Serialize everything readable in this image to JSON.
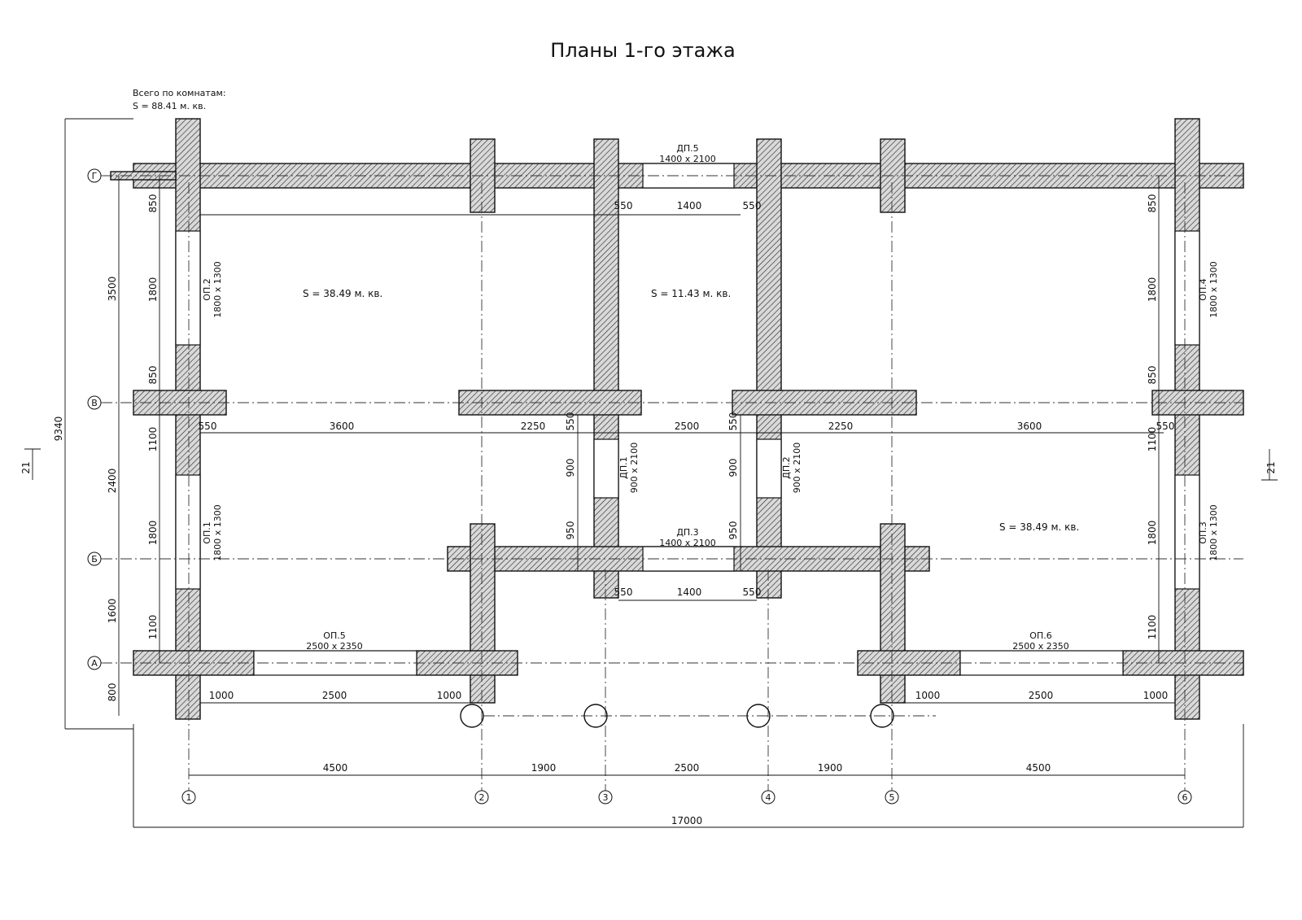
{
  "title": "Планы 1-го этажа",
  "summary": {
    "label": "Всего по комнатам:",
    "value": "S  =  88.41 м. кв."
  },
  "rooms": {
    "room_1": "S  = 38.49 м. кв.",
    "room_2": "S  = 11.43 м. кв.",
    "room_3": "S  = 38.49 м. кв."
  },
  "openings": {
    "dp5": {
      "name": "ДП.5",
      "size": "1400 x 2100"
    },
    "dp3": {
      "name": "ДП.3",
      "size": "1400 x 2100"
    },
    "dp1": {
      "name": "ДП.1",
      "size": "900 x 2100"
    },
    "dp2": {
      "name": "ДП.2",
      "size": "900 x 2100"
    },
    "op2": {
      "name": "ОП.2",
      "size": "1800 x 1300"
    },
    "op1": {
      "name": "ОП.1",
      "size": "1800 x 1300"
    },
    "op4": {
      "name": "ОП.4",
      "size": "1800 x 1300"
    },
    "op3": {
      "name": "ОП.3",
      "size": "1800 x 1300"
    },
    "op5": {
      "name": "ОП.5",
      "size": "2500 x 2350"
    },
    "op6": {
      "name": "ОП.6",
      "size": "2500 x 2350"
    }
  },
  "axes": {
    "columns": [
      "1",
      "2",
      "3",
      "4",
      "5",
      "6"
    ],
    "rows": [
      "Г",
      "В",
      "Б",
      "А"
    ]
  },
  "dimensions": {
    "axis_spans": [
      "4500",
      "1900",
      "2500",
      "1900",
      "4500"
    ],
    "total_width": "17000",
    "total_height": "9340",
    "left_rows": [
      "3500",
      "2400",
      "1600",
      "800"
    ],
    "left_window_1": [
      "850",
      "1800",
      "850"
    ],
    "left_window_2": [
      "1100",
      "1800",
      "1100"
    ],
    "right_window_1": [
      "850",
      "1800",
      "850"
    ],
    "right_window_2": [
      "1100",
      "1800",
      "1100"
    ],
    "mid_row": [
      "550",
      "3600",
      "2250",
      "550",
      "2500",
      "550",
      "2250",
      "3600",
      "550"
    ],
    "top_door": [
      "550",
      "1400",
      "550"
    ],
    "bottom_door": [
      "550",
      "1400",
      "550"
    ],
    "door_left_v": [
      "550",
      "900",
      "950"
    ],
    "door_right_v": [
      "550",
      "900",
      "950"
    ],
    "bottom_left": [
      "1000",
      "2500",
      "1000"
    ],
    "bottom_right": [
      "1000",
      "2500",
      "1000"
    ],
    "section_mark": "21"
  }
}
